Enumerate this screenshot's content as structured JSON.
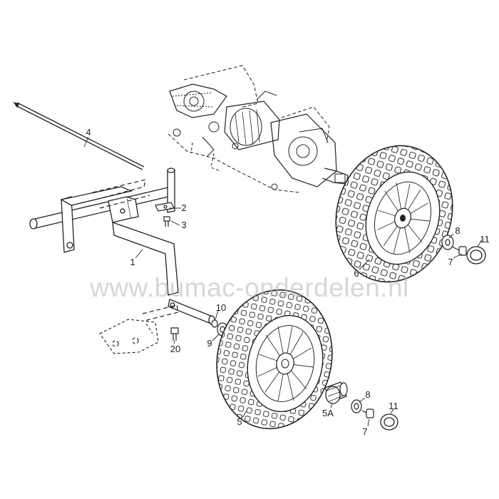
{
  "watermark": "www.bumac-onderdelen.nl",
  "labels": {
    "p1": "1",
    "p2": "2",
    "p3": "3",
    "p4": "4",
    "p5": "5",
    "p5a": "5A",
    "p6": "6",
    "p7a": "7",
    "p7b": "7",
    "p8a": "8",
    "p8b": "8",
    "p9": "9",
    "p10": "10",
    "p11a": "11",
    "p11b": "11",
    "p20": "20"
  },
  "colors": {
    "line": "#222222",
    "watermark": "#b8b8b8"
  }
}
